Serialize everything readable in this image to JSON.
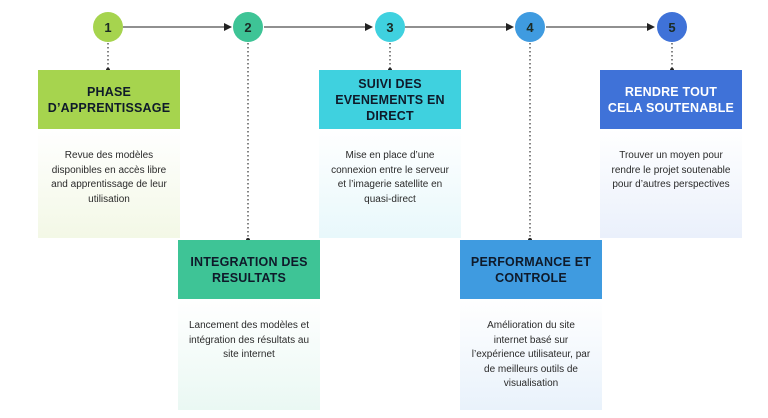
{
  "steps": [
    {
      "number": "1",
      "title": "PHASE D’APPRENTISSAGE",
      "description": "Revue des modèles disponibles en accès libre and apprentissage de leur utilisation"
    },
    {
      "number": "2",
      "title": "INTEGRATION DES RESULTATS",
      "description": "Lancement des modèles et intégration des résultats au site internet"
    },
    {
      "number": "3",
      "title": "SUIVI DES EVENEMENTS EN DIRECT",
      "description": "Mise en place d’une connexion entre le serveur et l’imagerie satellite en quasi-direct"
    },
    {
      "number": "4",
      "title": "PERFORMANCE ET CONTROLE",
      "description": "Amélioration du site internet basé sur l’expérience utilisateur, par de meilleurs outils de visualisation"
    },
    {
      "number": "5",
      "title": "RENDRE TOUT CELA SOUTENABLE",
      "description": "Trouver un moyen pour rendre le projet soutenable pour d’autres perspectives"
    }
  ],
  "colors": {
    "step1": "#a6d44e",
    "step2": "#3ec496",
    "step3": "#3fd1df",
    "step4": "#3f9be0",
    "step5": "#3f72d8"
  }
}
